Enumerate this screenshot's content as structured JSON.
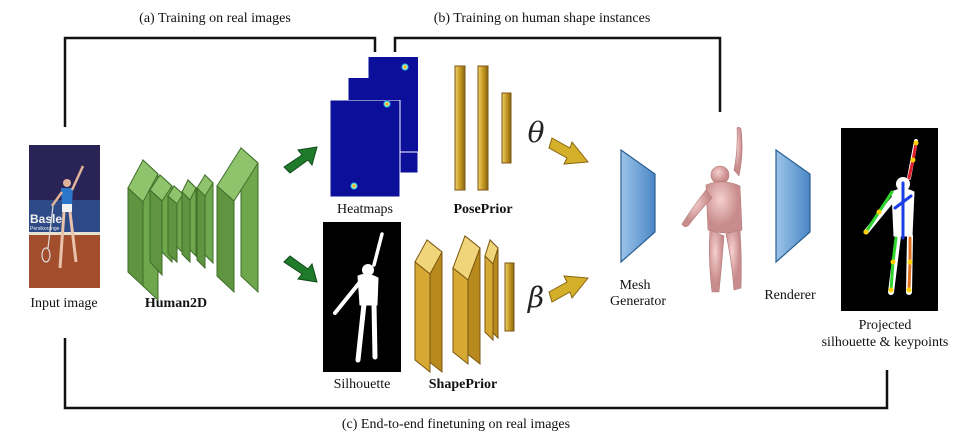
{
  "captions": {
    "top_left": "(a) Training on real images",
    "top_right": "(b) Training on human shape instances",
    "bottom": "(c) End-to-end finetuning on real images"
  },
  "labels": {
    "input_image": "Input image",
    "human2d": "Human2D",
    "heatmaps": "Heatmaps",
    "silhouette": "Silhouette",
    "pose_prior": "PosePrior",
    "shape_prior": "ShapePrior",
    "theta": "θ",
    "beta": "β",
    "mesh_generator_line1": "Mesh",
    "mesh_generator_line2": "Generator",
    "renderer": "Renderer",
    "projected_line1": "Projected",
    "projected_line2": "silhouette & keypoints"
  },
  "photo_text": {
    "banner_line1": "Basle",
    "banner_line2": "Persikorange"
  },
  "colors": {
    "human2d_green": "#6fa84c",
    "arrow_green": "#1f7a2a",
    "prior_gold": "#c9a12a",
    "arrow_gold": "#d4b02a",
    "generator_blue": "#6fa6d8",
    "heatmap_navy": "#0b0f9a",
    "body_pink": "#e7b2b2"
  }
}
